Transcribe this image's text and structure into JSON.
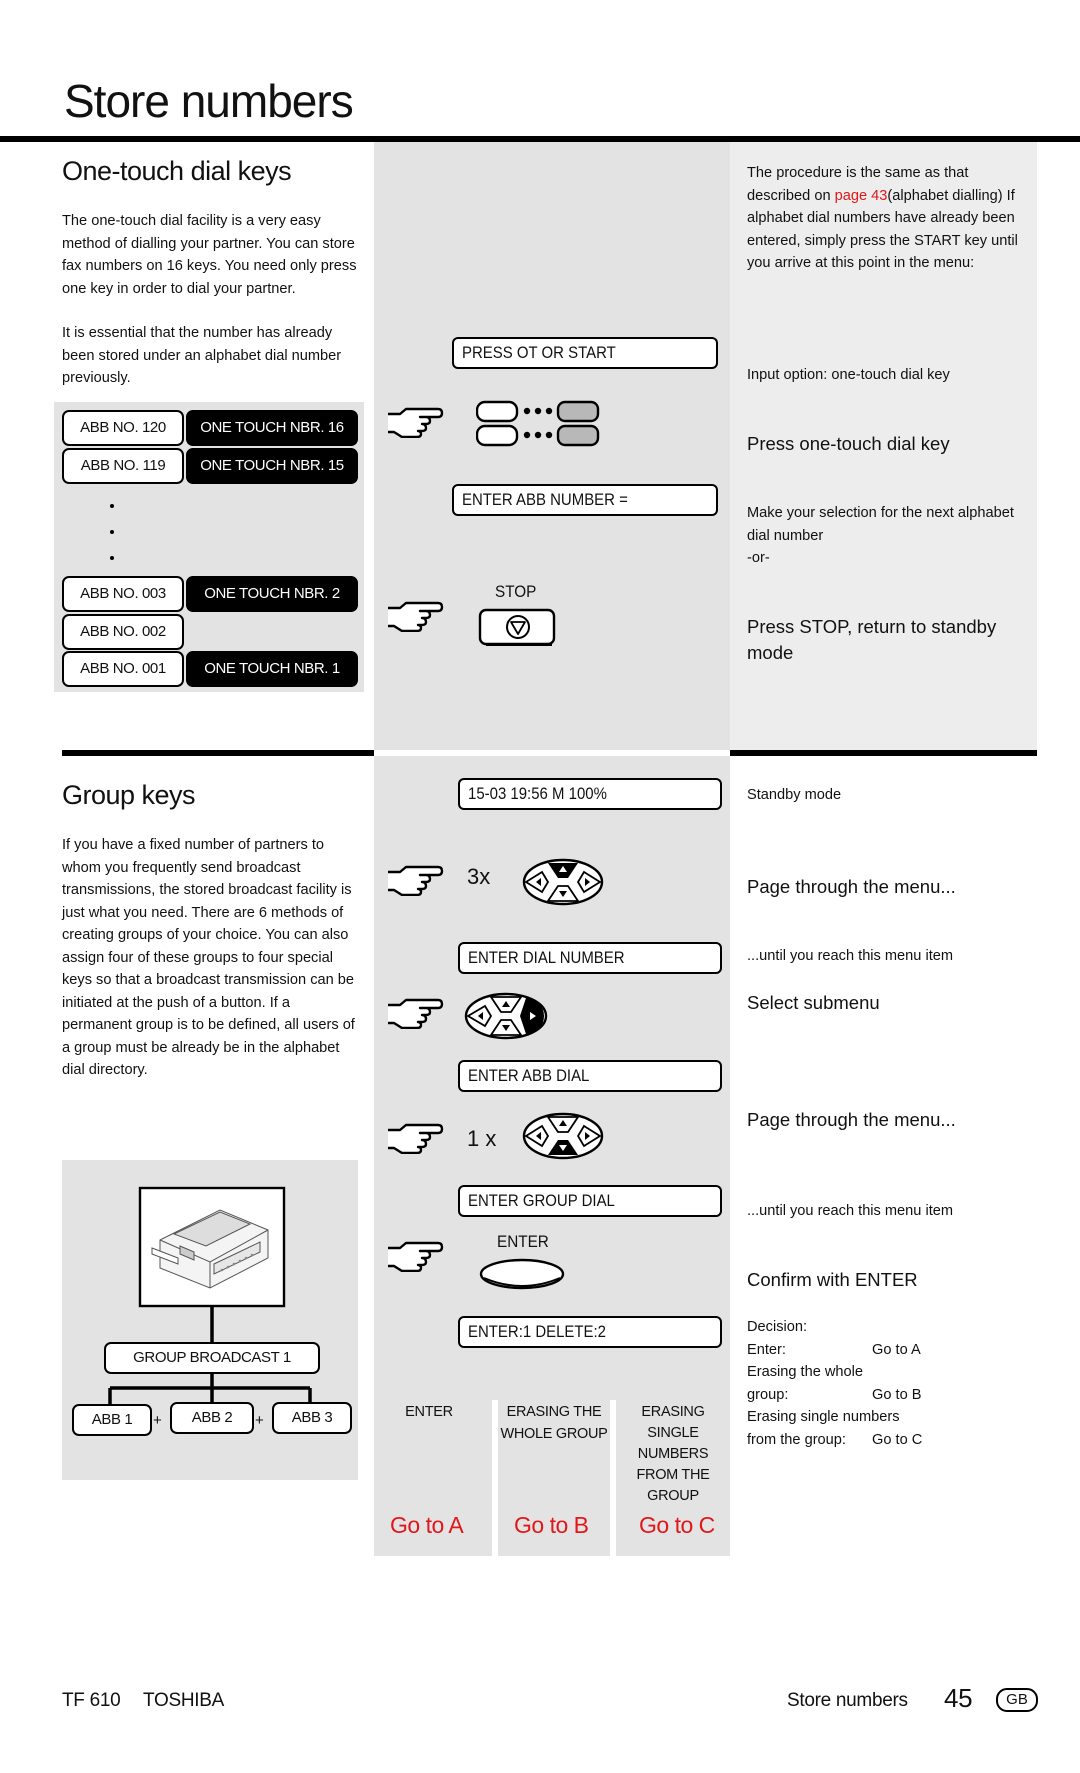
{
  "page": {
    "title": "Store numbers"
  },
  "one_touch": {
    "heading": "One-touch dial keys",
    "intro": "The one-touch dial facility is a very easy method of dialling your partner. You can store fax numbers on 16 keys. You need only press one key in order to dial your partner.",
    "intro2": "It is essential that the number has already been stored under an alphabet dial number previously.",
    "table": [
      {
        "abb": "ABB NO. 120",
        "touch": "ONE TOUCH NBR.  16"
      },
      {
        "abb": "ABB NO. 119",
        "touch": "ONE TOUCH NBR.  15"
      },
      {
        "abb": "ABB NO. 003",
        "touch": "ONE TOUCH NBR.  2"
      },
      {
        "abb": "ABB NO. 002",
        "touch": ""
      },
      {
        "abb": "ABB NO. 001",
        "touch": "ONE TOUCH NBR.  1"
      }
    ],
    "lcd_press": "PRESS OT OR START",
    "lcd_enter_abb": "ENTER ABB NUMBER =",
    "stop_label": "STOP",
    "right_intro_before": "The procedure is the same as that described on ",
    "right_intro_link": "page 43",
    "right_intro_after": "(alphabet dialling) If alphabet dial numbers have already been entered, simply press the START key until you arrive at this point in the menu:",
    "input_option": "Input option: one-touch dial key",
    "press_key": "Press one-touch dial key",
    "make_selection": "Make your selection for the next alphabet dial number",
    "or": "-or-",
    "press_stop": "Press STOP, return to standby mode"
  },
  "group": {
    "heading": "Group keys",
    "intro": "If you have a fixed number of partners to whom you frequently send broadcast transmissions, the stored broadcast facility is just what you need. There are 6 methods of creating groups of your choice. You can also assign four of these groups to four special keys so that a broadcast transmission can be initiated at the push of a button. If a permanent group is to be defined, all users of a group must be already be in the alphabet dial directory.",
    "diagram": {
      "group_label": "GROUP BROADCAST 1",
      "abb1": "ABB 1",
      "abb2": "ABB 2",
      "abb3": "ABB 3",
      "plus": "+"
    },
    "lcd_standby": "15-03 19:56  M 100%",
    "times_3": "3x",
    "lcd_enter_dial": "ENTER DIAL NUMBER",
    "lcd_enter_abb_dial": "ENTER ABB DIAL",
    "times_1": "1 x",
    "lcd_enter_group": "ENTER GROUP DIAL",
    "enter_label": "ENTER",
    "lcd_enter_delete": "ENTER:1 DELETE:2",
    "options": [
      {
        "label": "ENTER",
        "goto": "Go to A"
      },
      {
        "label": "ERASING THE WHOLE GROUP",
        "goto": "Go to B"
      },
      {
        "label": "ERASING SINGLE NUMBERS FROM THE GROUP",
        "goto": "Go to C"
      }
    ],
    "right": {
      "standby": "Standby mode",
      "page_through": "Page through the menu...",
      "until_reach": "...until you reach this menu item",
      "select_submenu": "Select submenu",
      "page_through2": "Page through the menu...",
      "until_reach2": "...until you reach this menu item",
      "confirm": "Confirm with ENTER",
      "decision": "Decision:",
      "enter_l": "Enter:",
      "enter_r": "Go to A",
      "erasing_whole_l1": "Erasing the whole",
      "erasing_whole_l2": "group:",
      "erasing_whole_r": "Go to B",
      "erasing_single_l1": "Erasing single numbers",
      "erasing_single_l2": "from the group:",
      "erasing_single_r": "Go to C"
    }
  },
  "footer": {
    "model": "TF 610",
    "brand": "TOSHIBA",
    "section": "Store numbers",
    "page_number": "45",
    "country": "GB"
  },
  "colors": {
    "panel_gray": "#e3e3e3",
    "link_red": "#e2171b"
  }
}
